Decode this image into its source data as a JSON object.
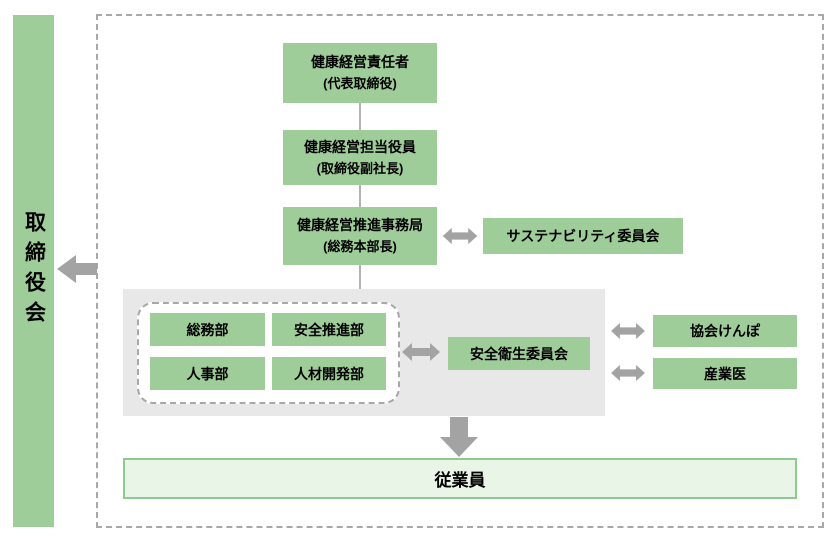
{
  "sidebar": {
    "label": "取締役会"
  },
  "chain": [
    {
      "title": "健康経営責任者",
      "subtitle": "(代表取締役)"
    },
    {
      "title": "健康経営担当役員",
      "subtitle": "(取締役副社長)"
    },
    {
      "title": "健康経営推進事務局",
      "subtitle": "(総務本部長)"
    }
  ],
  "sustainability_committee": {
    "label": "サステナビリティ委員会"
  },
  "departments": [
    {
      "label": "総務部"
    },
    {
      "label": "安全推進部"
    },
    {
      "label": "人事部"
    },
    {
      "label": "人材開発部"
    }
  ],
  "safety_committee": {
    "label": "安全衛生委員会"
  },
  "external_partners": [
    {
      "label": "協会けんぽ"
    },
    {
      "label": "産業医"
    }
  ],
  "employees": {
    "label": "従業員"
  },
  "icons": {
    "left_arrow": "arrow-to-board",
    "double_arrow": "bidirectional-arrow",
    "down_arrow": "down-arrow"
  },
  "colors": {
    "box_green": "#9fcd99",
    "panel_gray": "#e8e8e8",
    "arrow_gray": "#a3a3a3",
    "dashed_border": "#a8a8a8",
    "employee_fill": "#e9f6e7",
    "employee_border": "#8fc98f",
    "connector_line": "#b3b3b3"
  }
}
